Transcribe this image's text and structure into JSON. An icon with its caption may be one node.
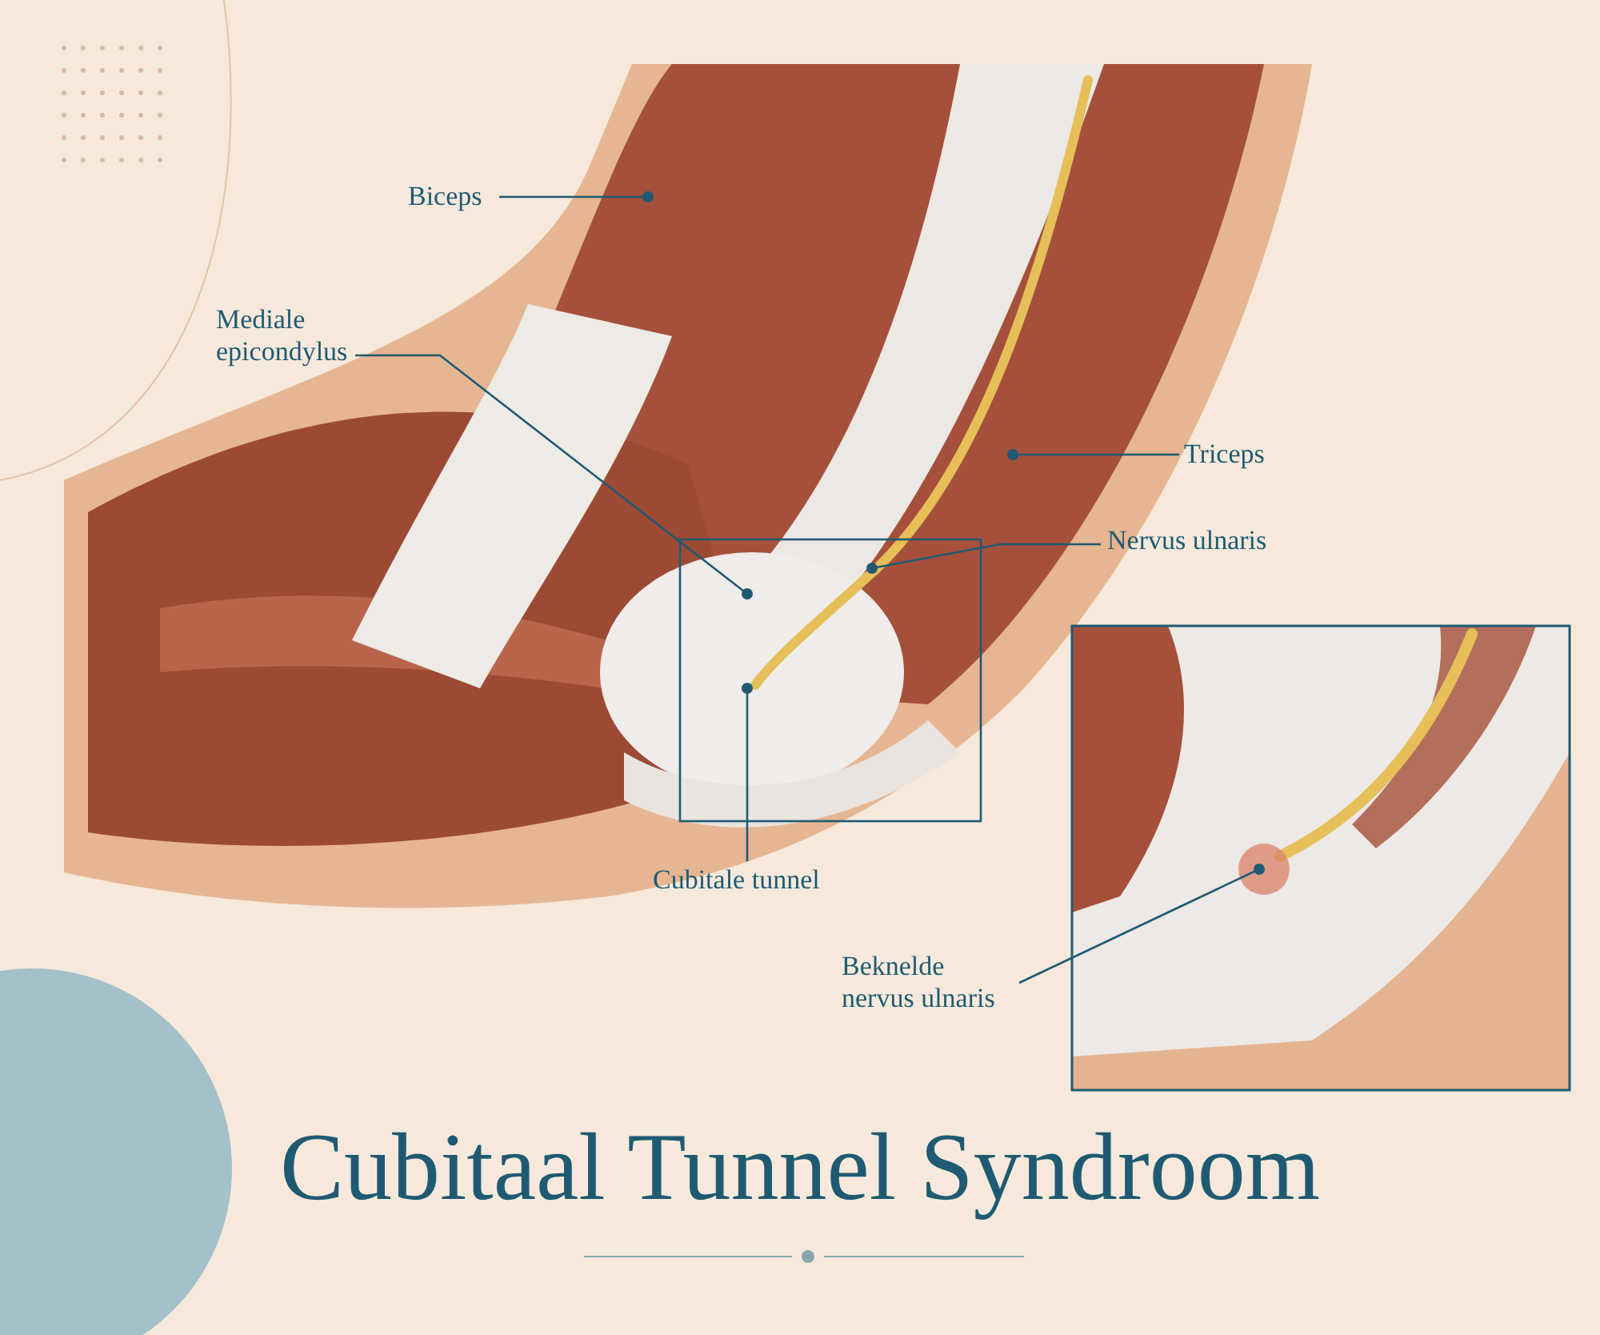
{
  "diagram": {
    "title": "Cubitaal Tunnel Syndroom",
    "nodes": [
      {
        "text": [
          "Biceps"
        ]
      },
      {
        "text": [
          "Mediale epicondylus"
        ]
      },
      {
        "text": [
          "Triceps"
        ]
      },
      {
        "text": [
          "Nervus ulnaris"
        ]
      },
      {
        "text": [
          "Cubitale tunnel"
        ]
      },
      {
        "text": [
          "Beknelde nervus ulnaris"
        ]
      }
    ],
    "edges": [
      {
        "from": 0,
        "to": null,
        "arrow": "other"
      },
      {
        "from": 1,
        "to": null,
        "arrow": "other"
      },
      {
        "from": 2,
        "to": null,
        "arrow": "other"
      },
      {
        "from": 3,
        "to": null,
        "arrow": "other"
      },
      {
        "from": 4,
        "to": null,
        "arrow": "other"
      },
      {
        "from": 5,
        "to": null,
        "arrow": "other"
      }
    ]
  }
}
